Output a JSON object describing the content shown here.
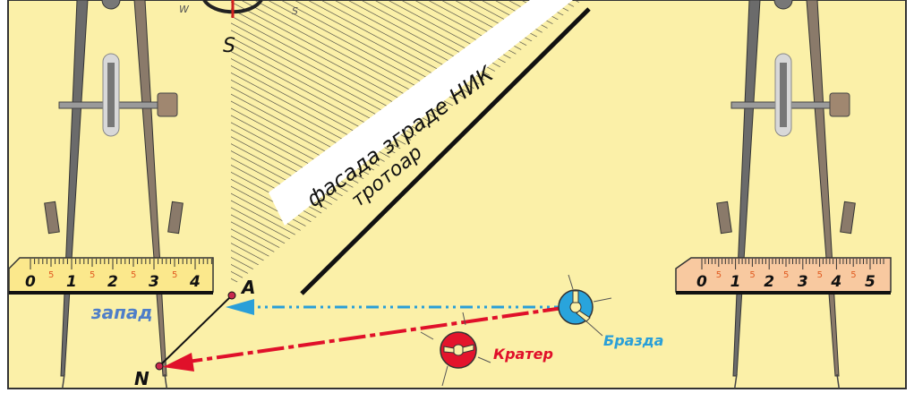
{
  "facade_label": "фасада зграде НИК",
  "sidewalk_label": "тротоар",
  "south_label": "S",
  "point_a_label": "A",
  "point_n_label": "N",
  "west_label": "запад",
  "crater_label": "Кратер",
  "furrow_label": "Бразда",
  "ruler_left": {
    "numbers": [
      "0",
      "1",
      "2",
      "3",
      "4"
    ],
    "half_mark": "5"
  },
  "ruler_right": {
    "numbers": [
      "0",
      "1",
      "2",
      "3",
      "4",
      "5"
    ],
    "half_mark": "5"
  },
  "colors": {
    "background": "#fbf0a8",
    "frame": "#333333",
    "blue_arrow": "#2a9fd8",
    "red_arrow": "#e0102a",
    "west_text": "#4f7ec8",
    "ruler_left_fill": "#fbe88c",
    "ruler_right_fill": "#f8c9a0"
  },
  "icons": [
    "compass-divider-icon",
    "compass-rose-icon",
    "furrow-target-icon",
    "crater-target-icon"
  ]
}
